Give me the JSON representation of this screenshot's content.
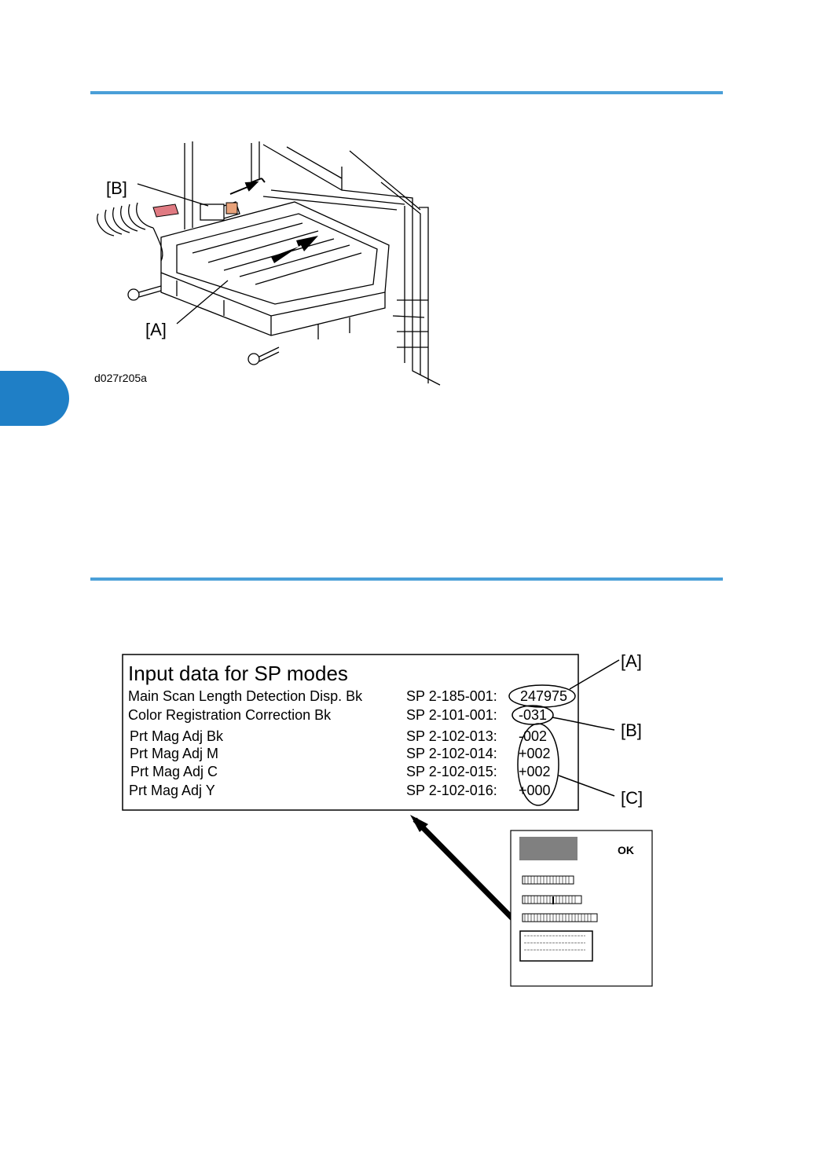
{
  "figure1": {
    "label_b": "[B]",
    "label_a": "[A]",
    "code": "d027r205a"
  },
  "figure2": {
    "title": "Input data for SP modes",
    "rows": [
      {
        "name": "Main Scan Length Detection Disp. Bk",
        "sp": "SP  2-185-001:",
        "value": "247975"
      },
      {
        "name": "Color Registration Correction Bk",
        "sp": "SP  2-101-001:",
        "value": "-031"
      },
      {
        "name": "Prt Mag Adj Bk",
        "sp": "SP  2-102-013:",
        "value": "-002"
      },
      {
        "name": "Prt Mag Adj M",
        "sp": "SP  2-102-014:",
        "value": "+002"
      },
      {
        "name": "Prt Mag Adj C",
        "sp": "SP  2-102-015:",
        "value": "+002"
      },
      {
        "name": "Prt Mag Adj Y",
        "sp": "SP  2-102-016:",
        "value": "+000"
      }
    ],
    "callout_a": "[A]",
    "callout_b": "[B]",
    "callout_c": "[C]",
    "sheet_ok": "OK"
  },
  "colors": {
    "rule": "#4a9fd8",
    "tab": "#1f7fc6"
  }
}
